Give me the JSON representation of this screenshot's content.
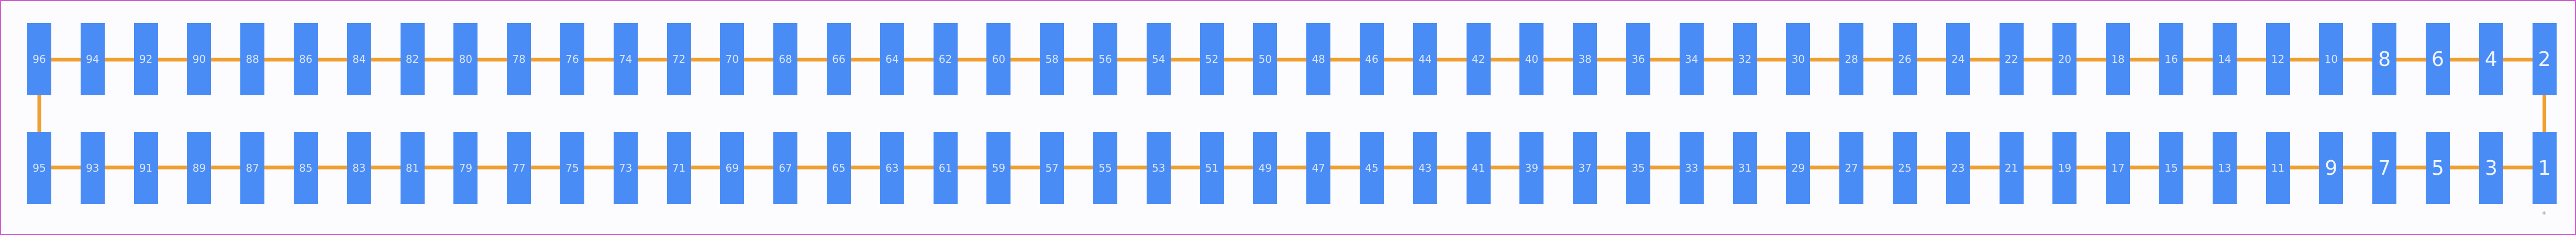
{
  "diagram": {
    "top_row_labels": [
      "96",
      "94",
      "92",
      "90",
      "88",
      "86",
      "84",
      "82",
      "80",
      "78",
      "76",
      "74",
      "72",
      "70",
      "68",
      "66",
      "64",
      "62",
      "60",
      "58",
      "56",
      "54",
      "52",
      "50",
      "48",
      "46",
      "44",
      "42",
      "40",
      "38",
      "36",
      "34",
      "32",
      "30",
      "28",
      "26",
      "24",
      "22",
      "20",
      "18",
      "16",
      "14",
      "12",
      "10",
      "8",
      "6",
      "4",
      "2"
    ],
    "bottom_row_labels": [
      "95",
      "93",
      "91",
      "89",
      "87",
      "85",
      "83",
      "81",
      "79",
      "77",
      "75",
      "73",
      "71",
      "69",
      "67",
      "65",
      "63",
      "61",
      "59",
      "57",
      "55",
      "53",
      "51",
      "49",
      "47",
      "45",
      "43",
      "41",
      "39",
      "37",
      "35",
      "33",
      "31",
      "29",
      "27",
      "25",
      "23",
      "21",
      "19",
      "17",
      "15",
      "13",
      "11",
      "9",
      "7",
      "5",
      "3",
      "1"
    ],
    "corner_mark": "+",
    "colors": {
      "pad": "#4a8cf5",
      "pad_label": "#d8e6fb",
      "trace": "#f0a030",
      "frame_border": "#d45ad4"
    }
  }
}
